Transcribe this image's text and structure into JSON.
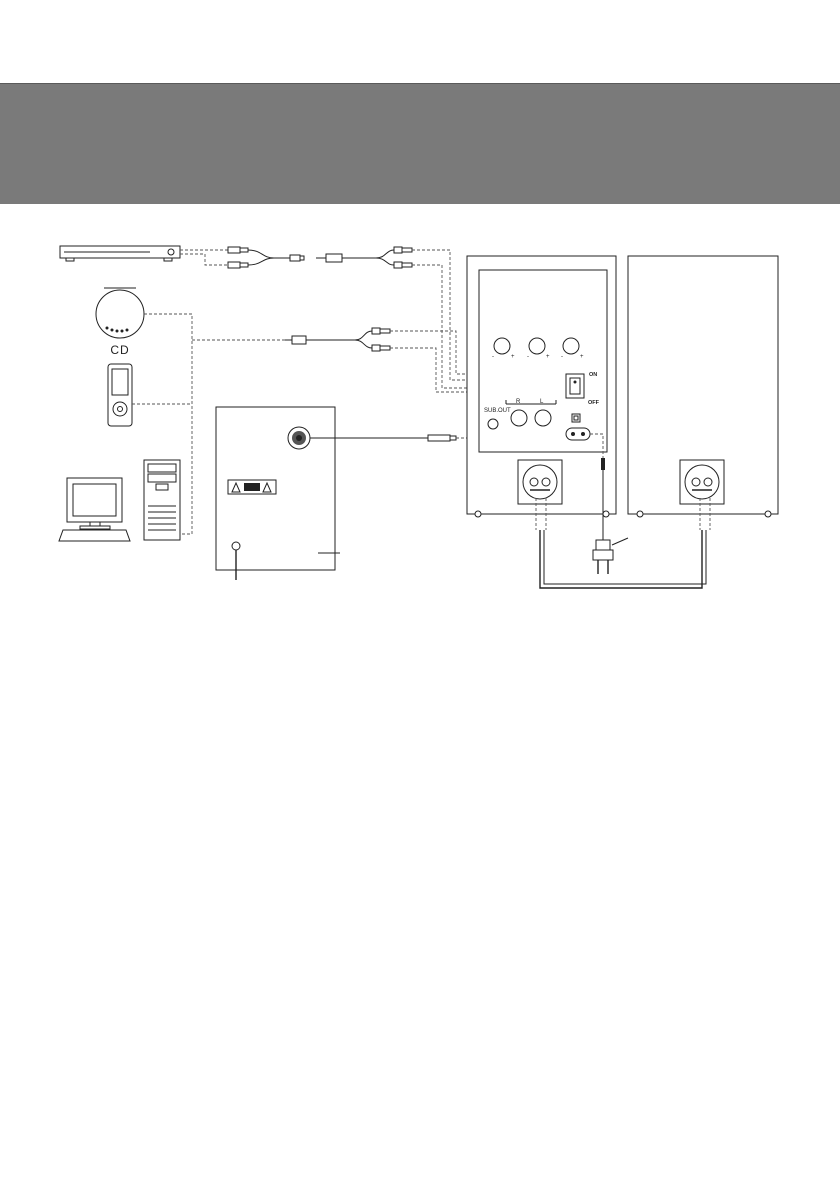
{
  "labels": {
    "cd": "CD",
    "sub_out": "SUB.OUT",
    "r": "R",
    "l": "L",
    "on": "ON",
    "off": "OFF"
  },
  "colors": {
    "header_band": "#7a7a7a",
    "line": "#222222",
    "dashed": "#555555"
  }
}
